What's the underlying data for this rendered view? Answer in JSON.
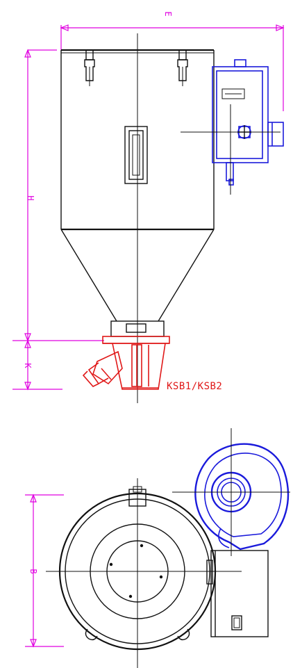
{
  "diagram": {
    "dimension_labels": {
      "width": "E",
      "height": "H",
      "base": "K",
      "diameter": "B"
    },
    "model_label": "KSB1/KSB2",
    "colors": {
      "outline": "#111111",
      "dimension": "#e000e0",
      "base_unit": "#e01818",
      "blower": "#1a1adb"
    }
  }
}
